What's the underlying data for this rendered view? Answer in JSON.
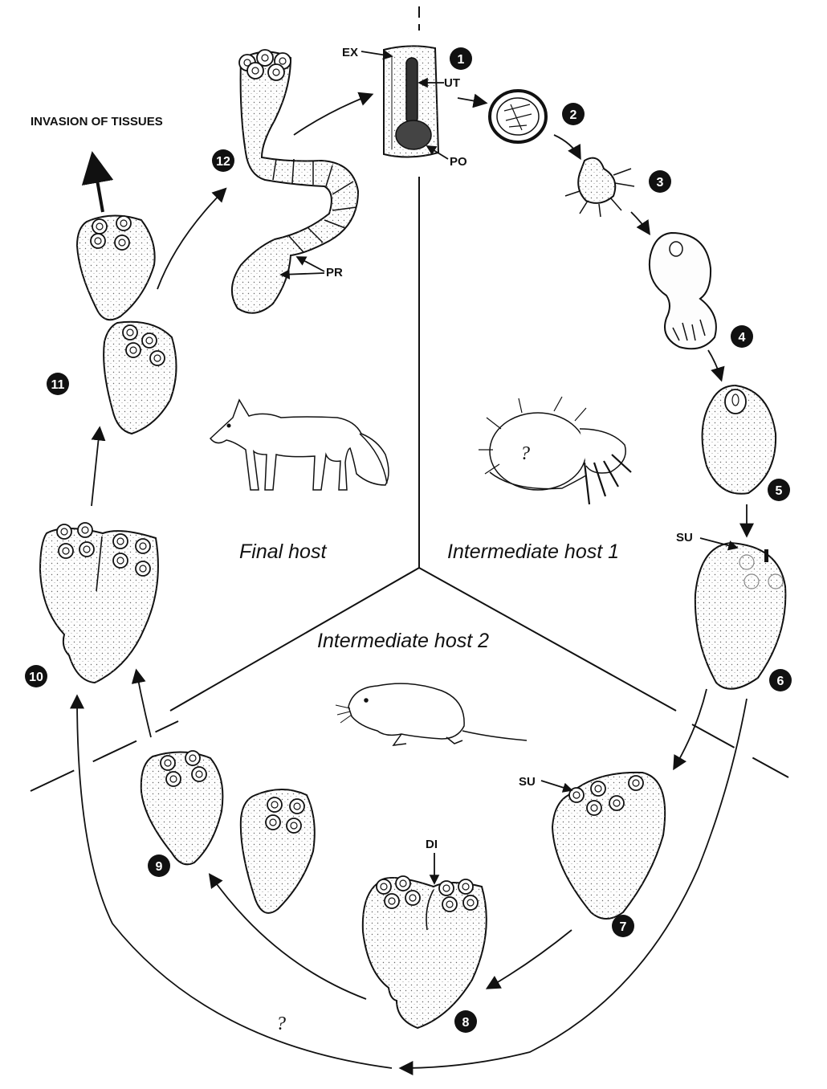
{
  "hosts": {
    "final": "Final host",
    "intermediate_1": "Intermediate host 1",
    "intermediate_2": "Intermediate host 2"
  },
  "labels": {
    "ex": "EX",
    "ut": "UT",
    "po": "PO",
    "pr": "PR",
    "su_1": "SU",
    "su_2": "SU",
    "di": "DI",
    "invasion": "INVASION OF TISSUES",
    "question_host": "?",
    "question_path": "?"
  },
  "stages": [
    "1",
    "2",
    "3",
    "4",
    "5",
    "6",
    "7",
    "8",
    "9",
    "10",
    "11",
    "12"
  ],
  "icons": {
    "fox": "fox-illustration-icon",
    "mite": "mite-illustration-icon",
    "vole": "vole-illustration-icon"
  }
}
